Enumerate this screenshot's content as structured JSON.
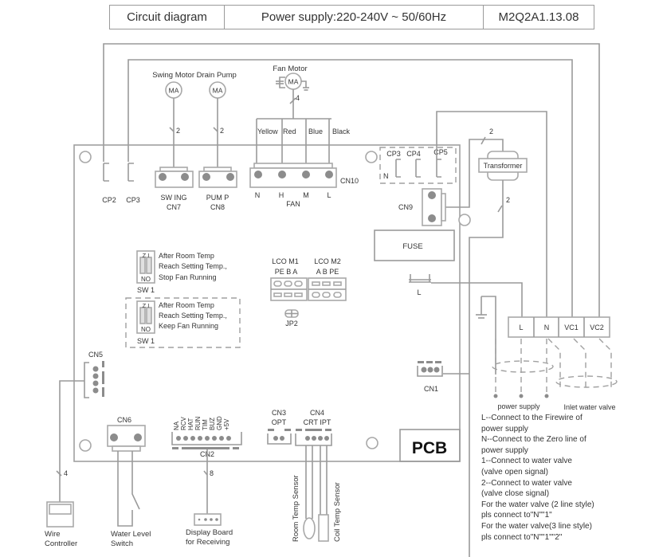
{
  "header": {
    "title": "Circuit diagram",
    "power_supply": "Power supply:220-240V  ~  50/60Hz",
    "model_code": "M2Q2A1.13.08"
  },
  "motors": {
    "swing_motor_drain_pump_label": "Swing Motor Drain Pump",
    "fan_motor_label": "Fan Motor",
    "motor_symbol": "MA",
    "swing_wire_count": "2",
    "pump_wire_count": "2",
    "fan_wire_count": "4",
    "fan_wire_colors": [
      "Yellow",
      "Red",
      "Blue",
      "Black"
    ]
  },
  "pcb": {
    "label": "PCB",
    "cp2": "CP2",
    "cp3": "CP3",
    "cn7_pins": "SW  ING",
    "cn7": "CN7",
    "cn8_pins": "PUM  P",
    "cn8": "CN8",
    "cn10": "CN10",
    "fan_pins": [
      "N",
      "H",
      "M",
      "L"
    ],
    "fan_label": "FAN",
    "cp_group": [
      "CP3",
      "CP4",
      "CP5"
    ],
    "cp_group_n": "N",
    "cn9": "CN9",
    "fuse": "FUSE",
    "l_terminal": "L",
    "cn1": "CN1",
    "cn5": "CN5",
    "cn6": "CN6",
    "cn2": "CN2",
    "cn2_pins": [
      "NA",
      "RCV",
      "HAT",
      "RUN",
      "TIM",
      "BUZ",
      "GND",
      "+5V"
    ],
    "cn3": "CN3",
    "cn3_sub": "OPT",
    "cn4": "CN4",
    "cn4_sub": "CRT  IPT",
    "lco_m1": "LCO M1",
    "lco_m1_pins": "PE  B   A",
    "lco_m2": "LCO M2",
    "lco_m2_pins": "A   B  PE",
    "jp2": "JP2",
    "sw1_a": {
      "switch_top": "Z I",
      "switch_bottom": "NO",
      "label": "SW 1",
      "lines": [
        "After Room Temp",
        "Reach Setting Temp.,",
        "Stop Fan Running"
      ]
    },
    "sw1_b": {
      "switch_top": "Z I",
      "switch_bottom": "NO",
      "label": "SW 1",
      "lines": [
        "After Room Temp",
        "Reach Setting Temp.,",
        "Keep Fan Running"
      ]
    }
  },
  "transformer": {
    "label": "Transformer",
    "wire_count_in": "2",
    "wire_count_out": "2"
  },
  "terminal_block": {
    "terminals": [
      "L",
      "N",
      "VC1",
      "VC2"
    ],
    "power_supply_label": "power supply",
    "inlet_valve_label": "Inlet water valve"
  },
  "external": {
    "wire_controller": [
      "Wire",
      "Controller"
    ],
    "wire_controller_count": "4",
    "water_level_switch": [
      "Water Level",
      "Switch"
    ],
    "display_board": [
      "Display Board",
      "for Receiving"
    ],
    "display_board_count": "8",
    "room_temp_sensor": "Room Temp Sensor",
    "coil_temp_sensor": "Coil Temp Sensor"
  },
  "notes": [
    "L--Connect to the Firewire of",
    "power supply",
    "N--Connect to the Zero line of",
    "power supply",
    "1--Connect to water valve",
    "(valve open signal)",
    "2--Connect to water valve",
    "(valve close signal)",
    "For the water valve (2 line style)",
    "pls connect to\"N\"\"1\"",
    "For the water valve(3 line style)",
    "pls connect to\"N\"\"1\"\"2\""
  ]
}
